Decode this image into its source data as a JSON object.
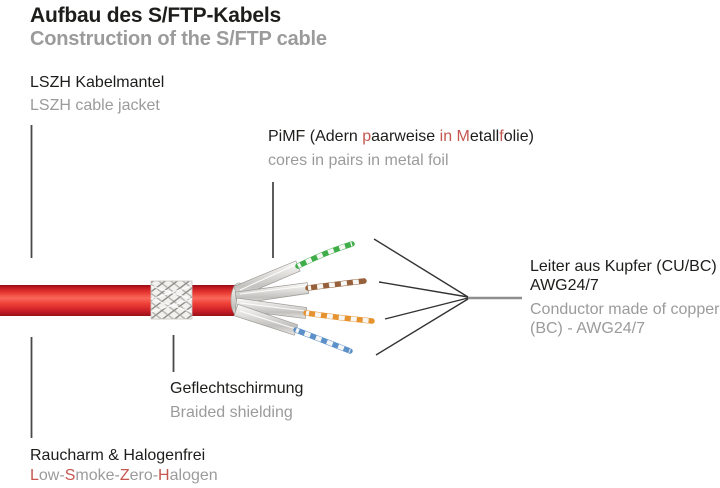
{
  "header": {
    "title_de": "Aufbau des S/FTP-Kabels",
    "title_en": "Construction of the S/FTP cable"
  },
  "callouts": {
    "jacket": {
      "de": "LSZH Kabelmantel",
      "en": "LSZH cable jacket"
    },
    "pimf": {
      "de_parts": [
        {
          "t": "PiMF (Adern "
        },
        {
          "t": "p",
          "red": true
        },
        {
          "t": "aarweise "
        },
        {
          "t": "in",
          "red": true
        },
        {
          "t": " "
        },
        {
          "t": "M",
          "red": true
        },
        {
          "t": "etall"
        },
        {
          "t": "f",
          "red": true
        },
        {
          "t": "olie)"
        }
      ],
      "en": "cores in pairs in metal foil"
    },
    "conductor": {
      "de_line1": "Leiter aus Kupfer (CU/BC)",
      "de_line2": "AWG24/7",
      "en_line1": "Conductor made of copper",
      "en_line2": "(BC) - AWG24/7"
    },
    "braid": {
      "de": "Geflechtschirmung",
      "en": "Braided shielding"
    },
    "halogen": {
      "de": "Raucharm & Halogenfrei",
      "en_parts": [
        {
          "t": "L",
          "red": true
        },
        {
          "t": "ow-"
        },
        {
          "t": "S",
          "red": true
        },
        {
          "t": "moke-"
        },
        {
          "t": "Z",
          "red": true
        },
        {
          "t": "ero-"
        },
        {
          "t": "H",
          "red": true
        },
        {
          "t": "alogen"
        }
      ]
    }
  },
  "colors": {
    "text_primary": "#1d1d1b",
    "text_secondary": "#9c9b9b",
    "accent_red": "#c4574f",
    "cable_red": "#e8372e",
    "foil_silver": "#d9d7d3",
    "leader_line": "#4a4a4a"
  },
  "wires": [
    {
      "name": "green-white pair",
      "color": "#3fae49"
    },
    {
      "name": "brown-white pair",
      "color": "#96603a"
    },
    {
      "name": "orange-white pair",
      "color": "#e6922e"
    },
    {
      "name": "blue-white pair",
      "color": "#5b90c8"
    }
  ]
}
